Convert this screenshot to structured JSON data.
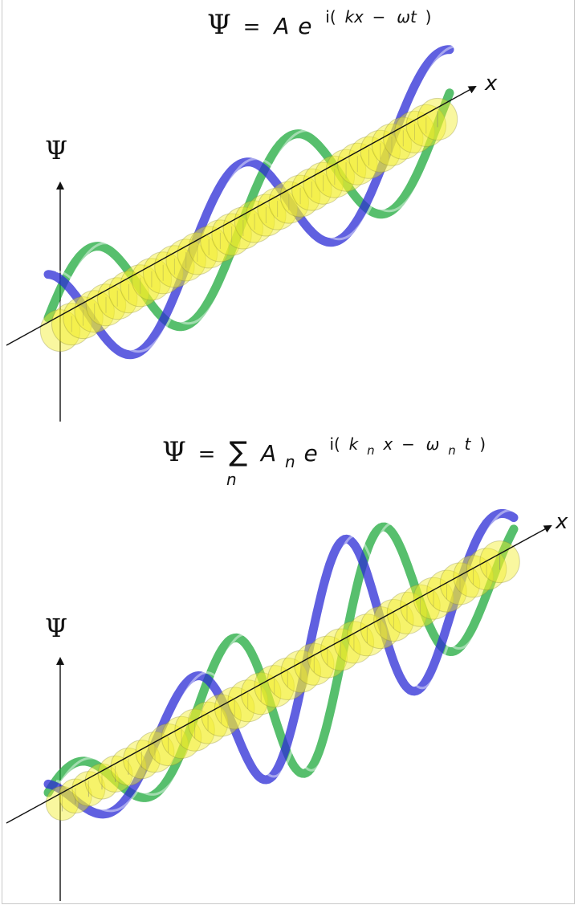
{
  "panels": [
    {
      "id": "single",
      "equation": {
        "psi": "Ψ",
        "equals": "=",
        "amp": "A",
        "base": "e",
        "exp_i": "i(",
        "exp_k": "kx",
        "exp_minus": " −",
        "exp_w": "ωt",
        "exp_close": ")"
      },
      "psi_axis_label": "Ψ",
      "x_axis_label": "x"
    },
    {
      "id": "superposition",
      "equation": {
        "psi": "Ψ",
        "equals": "=",
        "sum": "∑",
        "sum_index": "n",
        "amp": "A",
        "amp_sub": "n",
        "base": "e",
        "exp_i": "i(",
        "exp_k": "k",
        "exp_k_sub": "n",
        "exp_x": "x",
        "exp_minus": " −",
        "exp_w": "ω",
        "exp_w_sub": "n",
        "exp_t": "t",
        "exp_close": ")"
      },
      "psi_axis_label": "Ψ",
      "x_axis_label": "x"
    }
  ],
  "colors": {
    "blue_ribbon": "#2b2bd6",
    "green_ribbon": "#1faa3c",
    "yellow_disc": "#f2ee2a",
    "axis": "#111111"
  }
}
